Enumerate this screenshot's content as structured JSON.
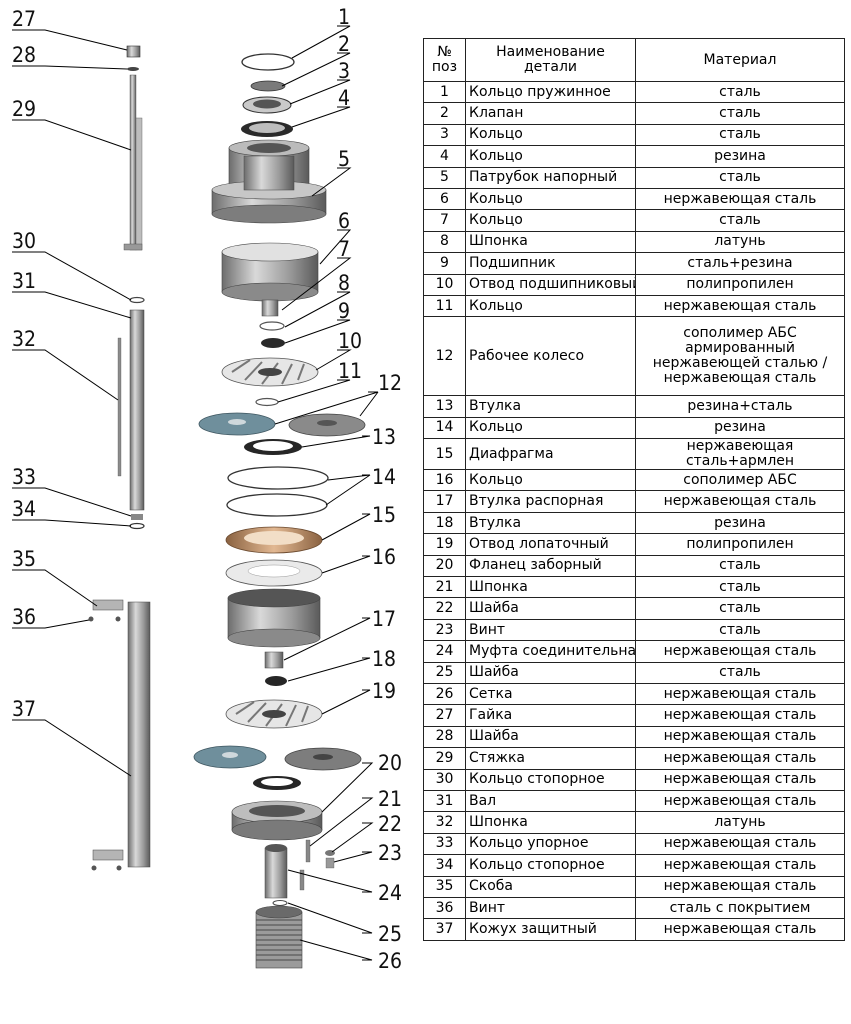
{
  "table": {
    "headers": [
      "№ поз",
      "Наименование детали",
      "Материал"
    ],
    "rows": [
      {
        "pos": "1",
        "name": "Кольцо пружинное",
        "material": "сталь"
      },
      {
        "pos": "2",
        "name": "Клапан",
        "material": "сталь"
      },
      {
        "pos": "3",
        "name": "Кольцо",
        "material": "сталь"
      },
      {
        "pos": "4",
        "name": "Кольцо",
        "material": "резина"
      },
      {
        "pos": "5",
        "name": "Патрубок напорный",
        "material": "сталь"
      },
      {
        "pos": "6",
        "name": "Кольцо",
        "material": "нержавеющая сталь"
      },
      {
        "pos": "7",
        "name": "Кольцо",
        "material": "сталь"
      },
      {
        "pos": "8",
        "name": "Шпонка",
        "material": "латунь"
      },
      {
        "pos": "9",
        "name": "Подшипник",
        "material": "сталь+резина"
      },
      {
        "pos": "10",
        "name": "Отвод подшипниковый",
        "material": "полипропилен"
      },
      {
        "pos": "11",
        "name": "Кольцо",
        "material": "нержавеющая сталь"
      },
      {
        "pos": "12",
        "name": "Рабочее колесо",
        "material": "сополимер АБС армированный нержавеющей сталью /нержавеющая сталь"
      },
      {
        "pos": "13",
        "name": "Втулка",
        "material": "резина+сталь"
      },
      {
        "pos": "14",
        "name": "Кольцо",
        "material": "резина"
      },
      {
        "pos": "15",
        "name": "Диафрагма",
        "material": "нержавеющая сталь+армлен"
      },
      {
        "pos": "16",
        "name": "Кольцо",
        "material": "сополимер АБС"
      },
      {
        "pos": "17",
        "name": "Втулка распорная",
        "material": "нержавеющая сталь"
      },
      {
        "pos": "18",
        "name": "Втулка",
        "material": "резина"
      },
      {
        "pos": "19",
        "name": "Отвод лопаточный",
        "material": "полипропилен"
      },
      {
        "pos": "20",
        "name": "Фланец заборный",
        "material": "сталь"
      },
      {
        "pos": "21",
        "name": "Шпонка",
        "material": "сталь"
      },
      {
        "pos": "22",
        "name": "Шайба",
        "material": "сталь"
      },
      {
        "pos": "23",
        "name": "Винт",
        "material": "сталь"
      },
      {
        "pos": "24",
        "name": "Муфта соединительная",
        "material": "нержавеющая сталь"
      },
      {
        "pos": "25",
        "name": "Шайба",
        "material": "сталь"
      },
      {
        "pos": "26",
        "name": "Сетка",
        "material": "нержавеющая сталь"
      },
      {
        "pos": "27",
        "name": "Гайка",
        "material": "нержавеющая сталь"
      },
      {
        "pos": "28",
        "name": "Шайба",
        "material": "нержавеющая сталь"
      },
      {
        "pos": "29",
        "name": "Стяжка",
        "material": "нержавеющая сталь"
      },
      {
        "pos": "30",
        "name": "Кольцо стопорное",
        "material": "нержавеющая сталь"
      },
      {
        "pos": "31",
        "name": "Вал",
        "material": "нержавеющая сталь"
      },
      {
        "pos": "32",
        "name": "Шпонка",
        "material": "латунь"
      },
      {
        "pos": "33",
        "name": "Кольцо упорное",
        "material": "нержавеющая сталь"
      },
      {
        "pos": "34",
        "name": "Кольцо стопорное",
        "material": "нержавеющая сталь"
      },
      {
        "pos": "35",
        "name": "Скоба",
        "material": "нержавеющая сталь"
      },
      {
        "pos": "36",
        "name": "Винт",
        "material": "сталь с покрытием"
      },
      {
        "pos": "37",
        "name": "Кожух защитный",
        "material": "нержавеющая сталь"
      }
    ]
  },
  "callouts": [
    "1",
    "2",
    "3",
    "4",
    "5",
    "6",
    "7",
    "8",
    "9",
    "10",
    "11",
    "12",
    "13",
    "14",
    "15",
    "16",
    "17",
    "18",
    "19",
    "20",
    "21",
    "22",
    "23",
    "24",
    "25",
    "26",
    "27",
    "28",
    "29",
    "30",
    "31",
    "32",
    "33",
    "34",
    "35",
    "36",
    "37"
  ],
  "colors": {
    "steel": "#9a9a9a",
    "steel_dark": "#5e5e5e",
    "rubber": "#2a2a2a",
    "bronze": "#b58a62",
    "impeller_blue": "#6f8f9c"
  }
}
